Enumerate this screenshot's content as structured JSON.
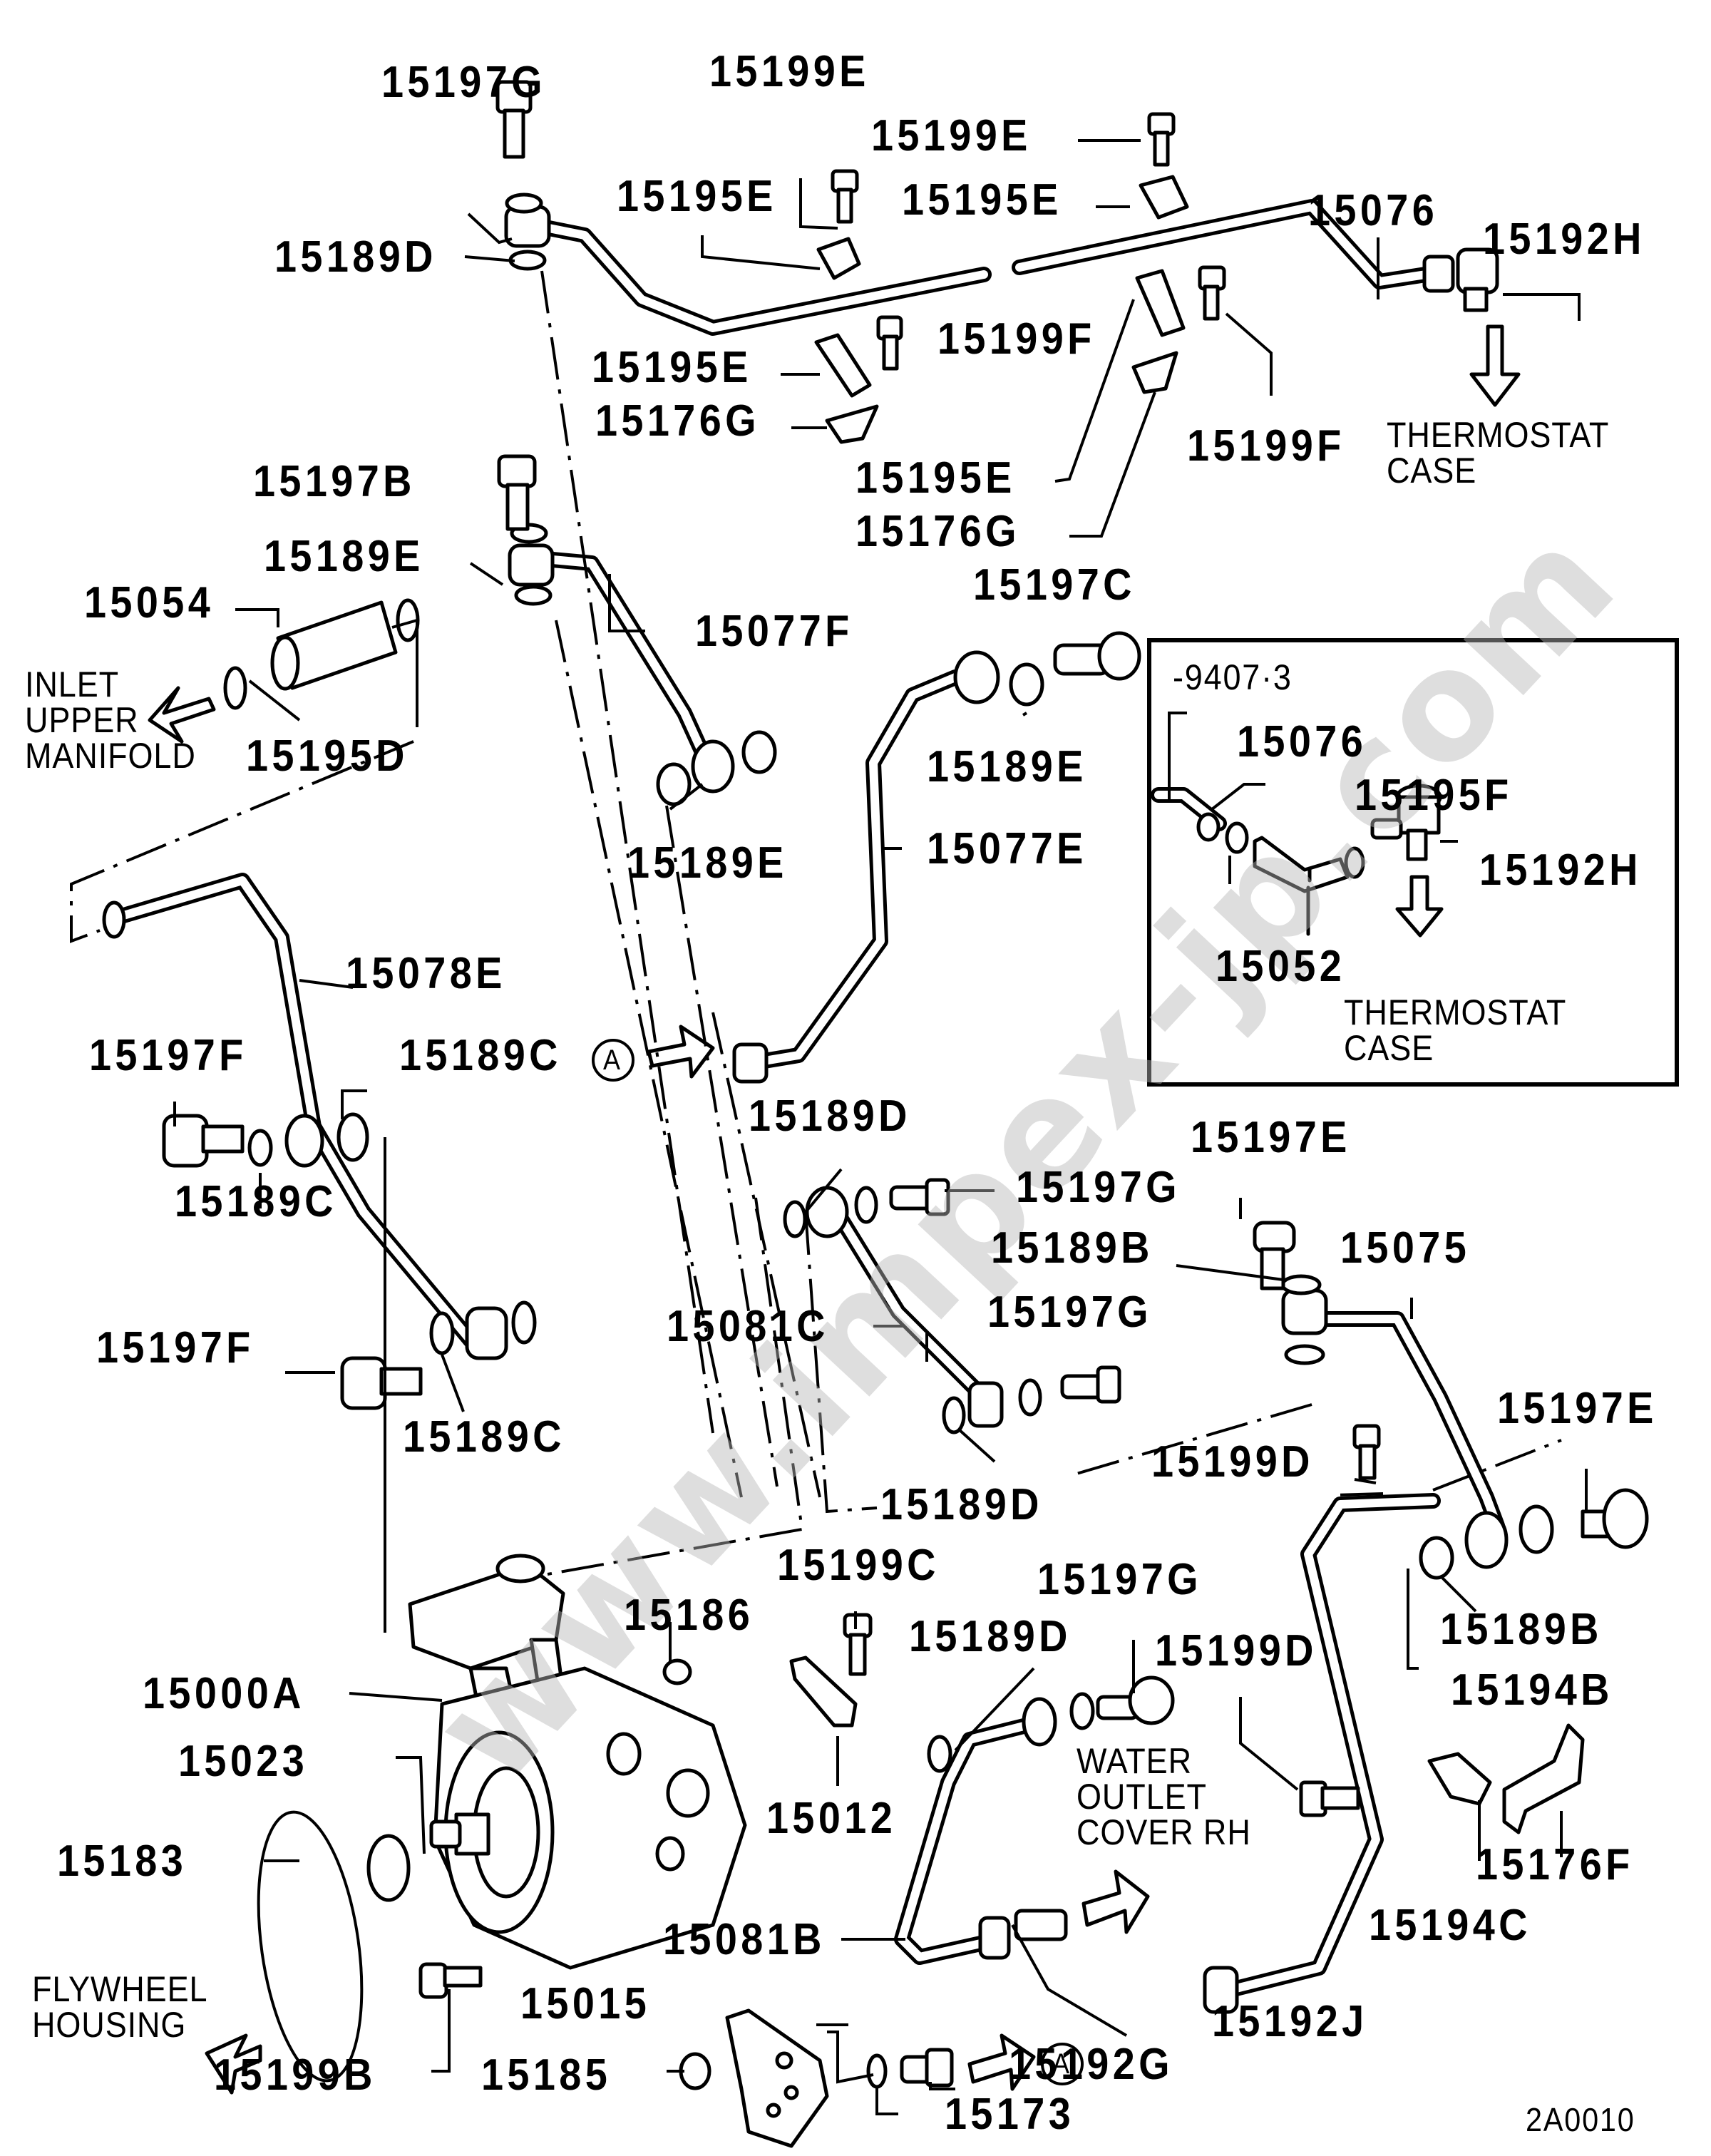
{
  "diagram": {
    "title_code": "2A0010",
    "watermark": "www.impex-jp.com",
    "inset": {
      "date_code": "-9407·3",
      "labels": [
        "15076",
        "15195F",
        "15192H",
        "15052"
      ],
      "destination": "THERMOSTAT\nCASE"
    },
    "destinations": {
      "thermostat_case": "THERMOSTAT\nCASE",
      "inlet_upper_manifold": "INLET\nUPPER\nMANIFOLD",
      "water_outlet_cover_rh": "WATER\nOUTLET\nCOVER RH",
      "flywheel_housing": "FLYWHEEL\nHOUSING"
    },
    "reference_marker": "A",
    "part_labels": [
      "15197G",
      "15199E",
      "15199E",
      "15195E",
      "15195E",
      "15189D",
      "15076",
      "15192H",
      "15195E",
      "15199F",
      "15176G",
      "15199F",
      "15195E",
      "15176G",
      "15197B",
      "15189E",
      "15054",
      "15077F",
      "15197C",
      "15195D",
      "15189E",
      "15189E",
      "15077E",
      "15078E",
      "15197F",
      "15189C",
      "15189C",
      "15197F",
      "15189C",
      "15189D",
      "15197G",
      "15197E",
      "15189B",
      "15075",
      "15081C",
      "15197G",
      "15189D",
      "15199D",
      "15197E",
      "15199C",
      "15186",
      "15000A",
      "15189B",
      "15194B",
      "15023",
      "15012",
      "15197G",
      "15189D",
      "15199D",
      "15183",
      "15176F",
      "15194C",
      "15081B",
      "15015",
      "15192J",
      "15199B",
      "15185",
      "15192G",
      "15173"
    ]
  }
}
